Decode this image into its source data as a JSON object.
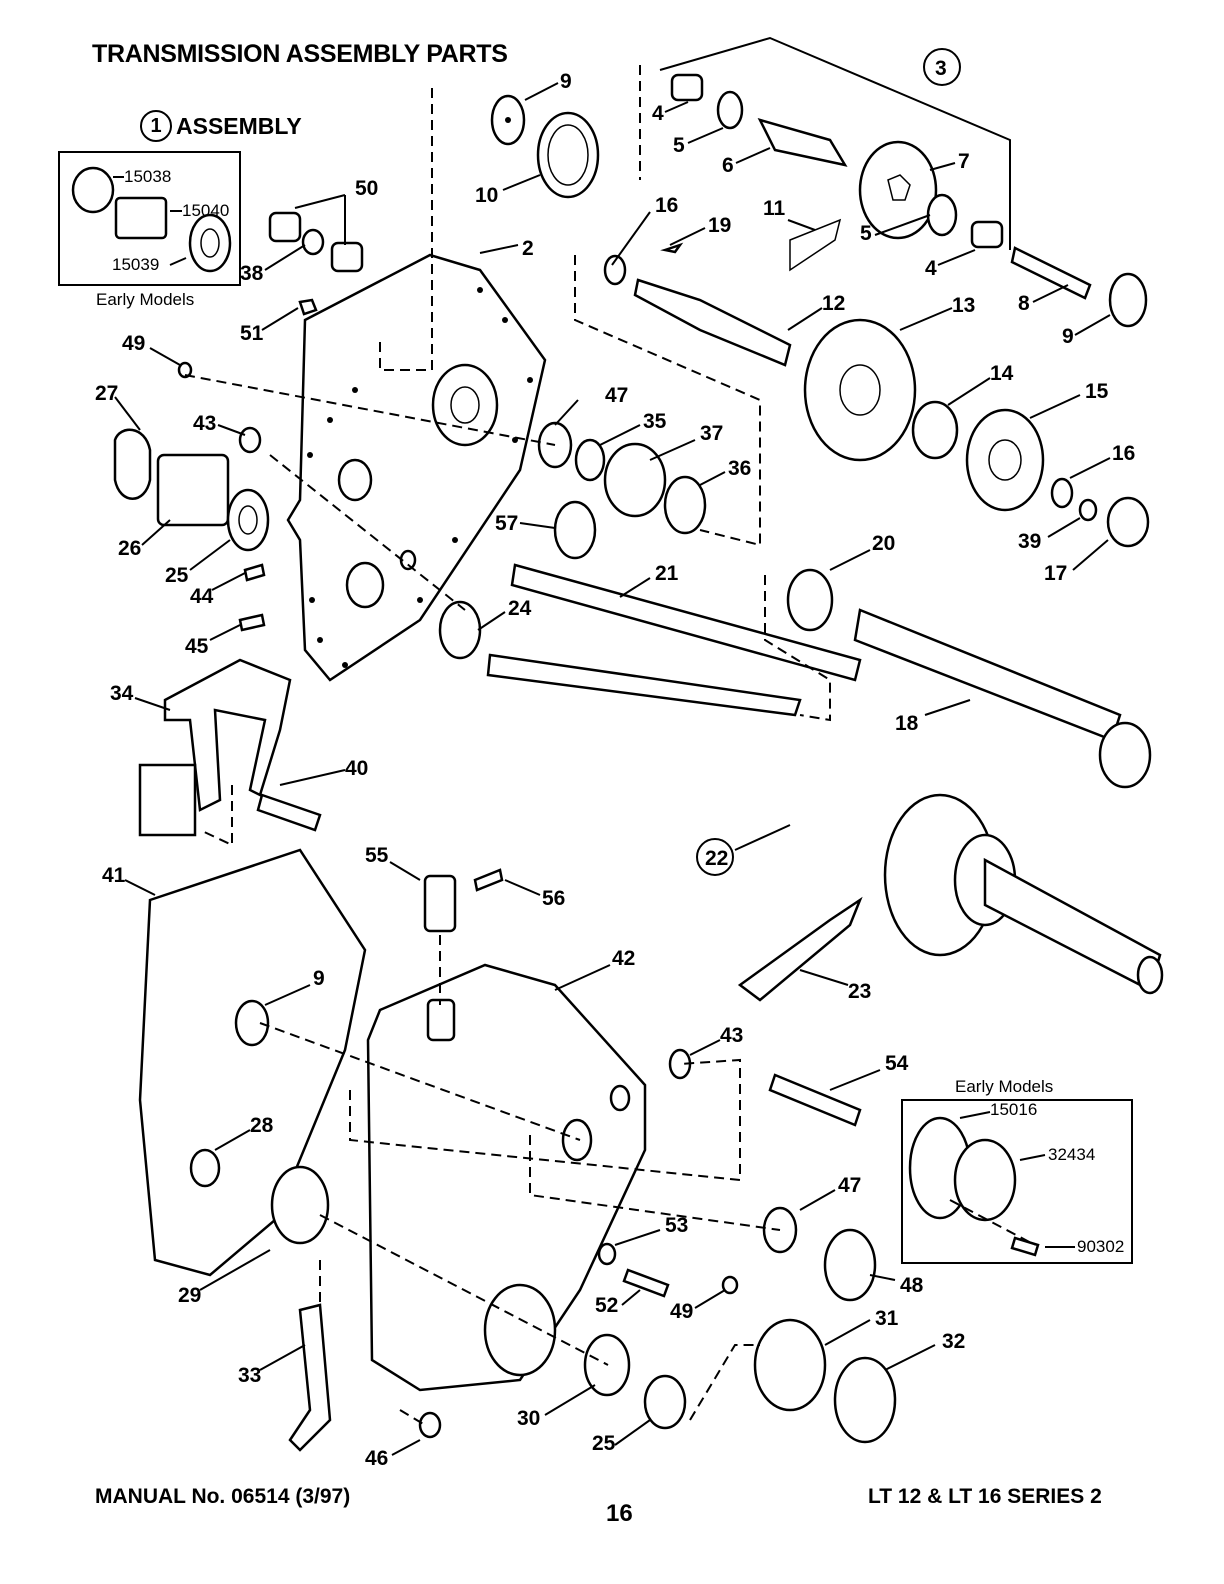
{
  "title": "TRANSMISSION ASSEMBLY PARTS",
  "assembly_heading": {
    "number": "1",
    "label": "ASSEMBLY"
  },
  "inset_top_left": {
    "caption": "Early Models",
    "parts": [
      "15038",
      "15040",
      "15039"
    ]
  },
  "inset_bottom_right": {
    "caption": "Early Models",
    "parts": [
      "15016",
      "32434",
      "90302"
    ]
  },
  "callouts": {
    "c2": "2",
    "c3": "3",
    "c4a": "4",
    "c4b": "4",
    "c5a": "5",
    "c5b": "5",
    "c6": "6",
    "c7": "7",
    "c8": "8",
    "c9a": "9",
    "c9b": "9",
    "c9c": "9",
    "c10": "10",
    "c11": "11",
    "c12": "12",
    "c13": "13",
    "c14": "14",
    "c15": "15",
    "c16a": "16",
    "c16b": "16",
    "c17": "17",
    "c18": "18",
    "c19": "19",
    "c20": "20",
    "c21": "21",
    "c22": "22",
    "c23": "23",
    "c24": "24",
    "c25a": "25",
    "c25b": "25",
    "c26": "26",
    "c27": "27",
    "c28": "28",
    "c29": "29",
    "c30": "30",
    "c31": "31",
    "c32": "32",
    "c33": "33",
    "c34": "34",
    "c35": "35",
    "c36": "36",
    "c37": "37",
    "c38": "38",
    "c39": "39",
    "c40": "40",
    "c41": "41",
    "c42": "42",
    "c43a": "43",
    "c43b": "43",
    "c44": "44",
    "c45": "45",
    "c46": "46",
    "c47a": "47",
    "c47b": "47",
    "c48": "48",
    "c49a": "49",
    "c49b": "49",
    "c50": "50",
    "c51": "51",
    "c52": "52",
    "c53": "53",
    "c54": "54",
    "c55": "55",
    "c56": "56",
    "c57": "57"
  },
  "footer": {
    "manual": "MANUAL No. 06514 (3/97)",
    "page": "16",
    "series": "LT 12 & LT 16 SERIES 2"
  }
}
